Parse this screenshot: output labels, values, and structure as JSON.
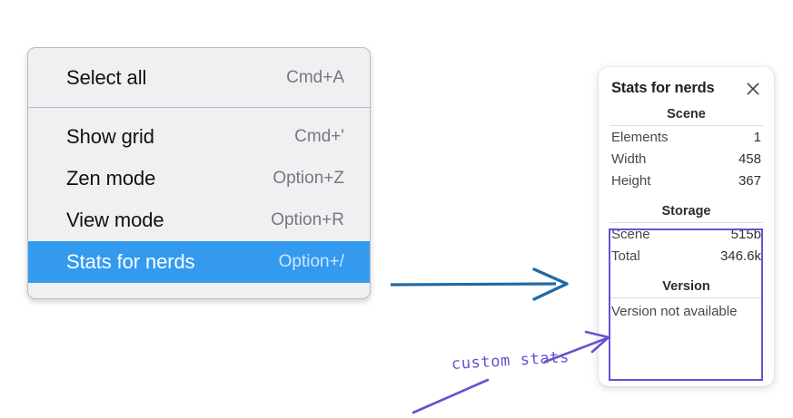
{
  "menu": {
    "name": "context-menu",
    "groups": [
      {
        "items": [
          {
            "label": "Select all",
            "shortcut": "Cmd+A",
            "highlighted": false
          }
        ]
      },
      {
        "items": [
          {
            "label": "Show grid",
            "shortcut": "Cmd+'",
            "highlighted": false
          },
          {
            "label": "Zen mode",
            "shortcut": "Option+Z",
            "highlighted": false
          },
          {
            "label": "View mode",
            "shortcut": "Option+R",
            "highlighted": false
          },
          {
            "label": "Stats for nerds",
            "shortcut": "Option+/",
            "highlighted": true
          }
        ]
      }
    ]
  },
  "stats_panel": {
    "title": "Stats for nerds",
    "close_icon": "close-icon",
    "sections": [
      {
        "heading": "Scene",
        "rows": [
          {
            "key": "Elements",
            "value": "1"
          },
          {
            "key": "Width",
            "value": "458"
          },
          {
            "key": "Height",
            "value": "367"
          }
        ]
      },
      {
        "heading": "Storage",
        "rows": [
          {
            "key": "Scene",
            "value": "515b"
          },
          {
            "key": "Total",
            "value": "346.6k"
          }
        ]
      },
      {
        "heading": "Version",
        "plain": "Version not available"
      }
    ]
  },
  "annotations": {
    "handwritten_label": "custom stats",
    "blue_arrow_color": "#1f6aa8",
    "purple_color": "#6b4fd1",
    "highlight_color": "#339af0",
    "menu_bg_color": "#f0f0f2"
  }
}
